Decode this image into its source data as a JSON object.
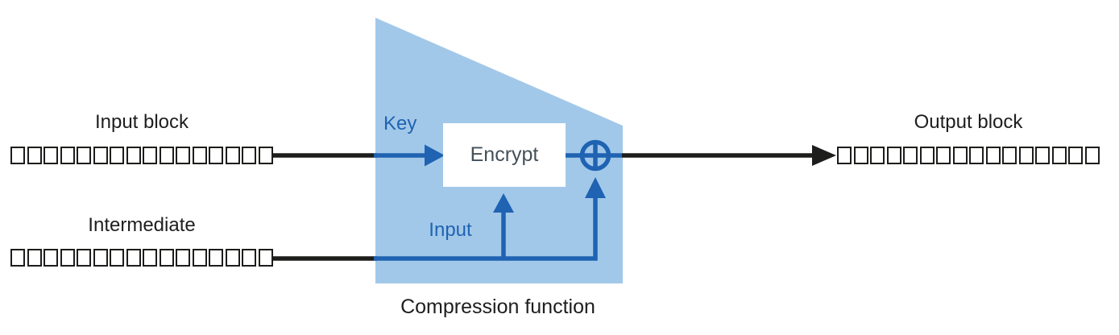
{
  "diagram": {
    "labels": {
      "input_block": "Input block",
      "intermediate": "Intermediate",
      "output_block": "Output block",
      "key": "Key",
      "input": "Input",
      "encrypt": "Encrypt",
      "compression_function": "Compression function"
    },
    "blocks": {
      "input": {
        "cells": 16
      },
      "intermediate": {
        "cells": 16
      },
      "output": {
        "cells": 16
      }
    },
    "colors": {
      "region_fill": "#a2c8e9",
      "accent_blue": "#1f63b2",
      "line_black": "#1d1d1b",
      "label_text": "#1e1e1e",
      "encrypt_text": "#44505a"
    }
  }
}
